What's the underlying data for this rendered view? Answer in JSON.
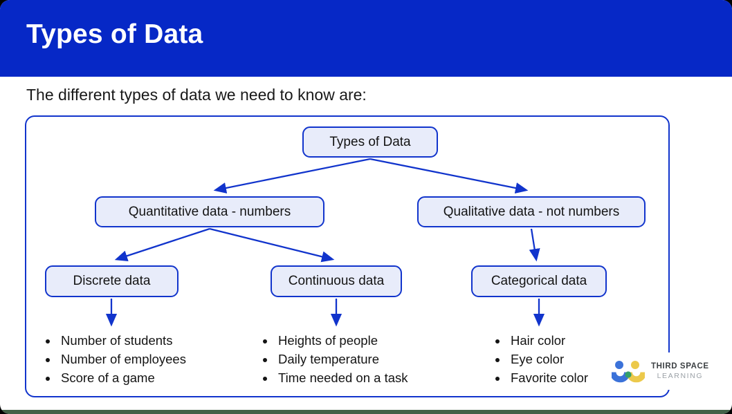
{
  "header": {
    "title": "Types of Data"
  },
  "intro": "The different types of data we need to know are:",
  "tree": {
    "root": {
      "label": "Types of Data"
    },
    "level2": [
      {
        "label": "Quantitative data - numbers"
      },
      {
        "label": "Qualitative data - not numbers"
      }
    ],
    "level3": [
      {
        "label": "Discrete data"
      },
      {
        "label": "Continuous data"
      },
      {
        "label": "Categorical data"
      }
    ],
    "examples": [
      {
        "items": [
          "Number of students",
          "Number of employees",
          "Score of a game"
        ]
      },
      {
        "items": [
          "Heights of people",
          "Daily temperature",
          "Time needed on a task"
        ]
      },
      {
        "items": [
          "Hair color",
          "Eye color",
          "Favorite color"
        ]
      }
    ]
  },
  "logo": {
    "line1": "THIRD SPACE",
    "line2": "LEARNING"
  },
  "colors": {
    "header_bg": "#0628c6",
    "accent_blue": "#1134cc",
    "node_fill": "#e8ecfa",
    "text": "#141414",
    "bottom_bar_green": "#436147",
    "logo_blue": "#3b72d9",
    "logo_yellow": "#ecc94b",
    "logo_green": "#34a06a"
  }
}
